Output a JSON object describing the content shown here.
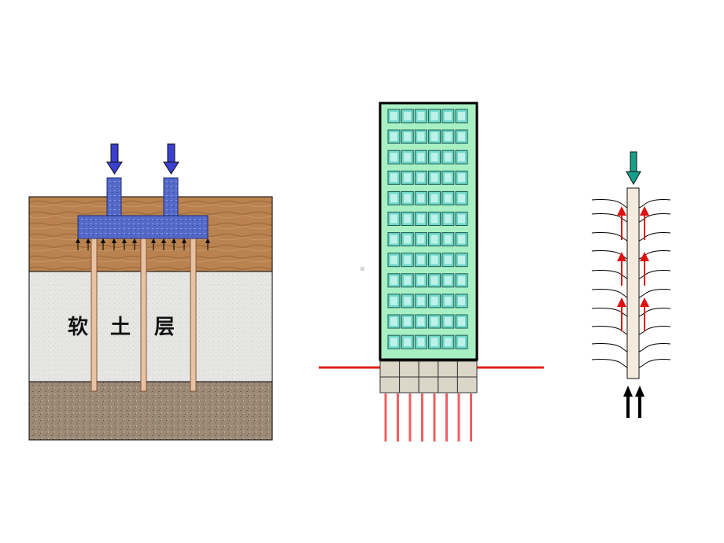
{
  "slide": {
    "pile_foundation": {
      "soft_soil_label_chars": [
        "软",
        "土",
        "层"
      ]
    },
    "building": {
      "window_rows": 12,
      "window_cols": 6,
      "footing_rows": 2,
      "footing_cols": 5,
      "pile_count": 8
    },
    "single_pile": {
      "friction_arrow_rows": 3
    }
  },
  "colors": {
    "clay": "#b9824f",
    "soft_soil": "#e4e4e2",
    "bearing_layer": "#9c8a76",
    "cap": "#5569c9",
    "load_arrow": "#3b3fd1",
    "pile": "#e7c3a4",
    "building_fill": "#a8f0c4",
    "window": "#6fd8c8",
    "ground_line": "#e0201e",
    "building_pile": "#f06060",
    "teal_arrow": "#16a08a",
    "friction_arrow": "#e01010"
  }
}
